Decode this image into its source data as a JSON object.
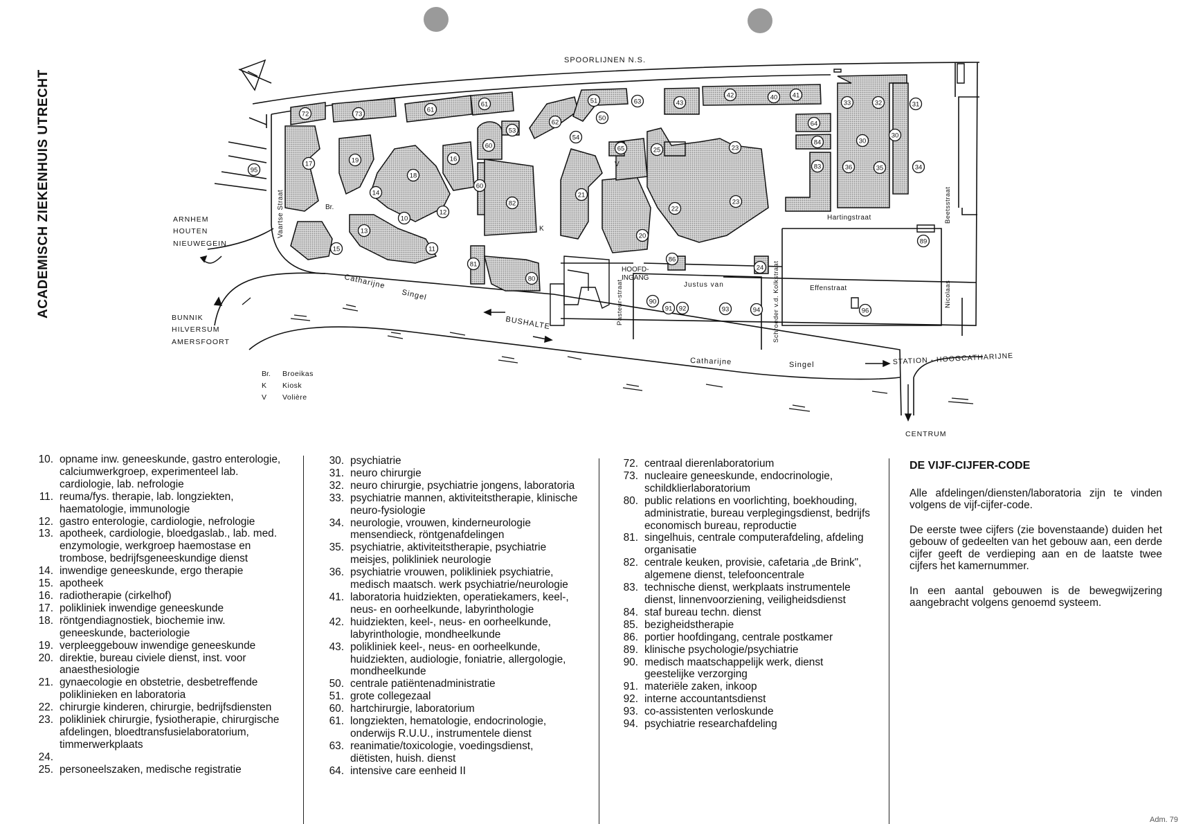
{
  "side_title": "ACADEMISCH ZIEKENHUIS UTRECHT",
  "map": {
    "railway": "SPOORLIJNEN N.S.",
    "directions": {
      "northwest": [
        "ARNHEM",
        "HOUTEN",
        "NIEUWEGEIN"
      ],
      "southwest": [
        "BUNNIK",
        "HILVERSUM",
        "AMERSFOORT"
      ],
      "east": "STATION - HOOGCATHARIJNE",
      "south": "CENTRUM"
    },
    "streets": {
      "vaartse": "Vaartse Straat",
      "catharijne_1": "Catharijne",
      "singel_1": "Singel",
      "catharijne_2": "Catharijne",
      "singel_2": "Singel",
      "hartingstraat": "Hartingstraat",
      "effenstraat": "Effenstraat",
      "justus": "Justus van",
      "pasteur": "Pasteur-straat",
      "kolkstraat": "Schroeder v.d. Kolkstraat",
      "beetsstraat": "Beetsstraat",
      "nicolaas": "Nicolaas"
    },
    "hoofdingang": [
      "HOOFD-",
      "INGANG"
    ],
    "bushalte": "BUSHALTE",
    "markers": {
      "br": "Br.",
      "k": "K",
      "v": "V"
    },
    "key": [
      {
        "abbr": "Br.",
        "name": "Broeikas"
      },
      {
        "abbr": "K",
        "name": "Kiosk"
      },
      {
        "abbr": "V",
        "name": "Volière"
      }
    ],
    "building_numbers": [
      "72",
      "73",
      "61",
      "61",
      "62",
      "54",
      "51",
      "50",
      "63",
      "53",
      "43",
      "42",
      "40",
      "41",
      "33",
      "32",
      "31",
      "64",
      "84",
      "83",
      "30",
      "30",
      "36",
      "35",
      "34",
      "95",
      "17",
      "19",
      "16",
      "60",
      "60",
      "18",
      "14",
      "10",
      "12",
      "82",
      "65",
      "25",
      "21",
      "23",
      "22",
      "23",
      "13",
      "15",
      "11",
      "81",
      "80",
      "20",
      "86",
      "24",
      "90",
      "91",
      "92",
      "93",
      "94",
      "89",
      "96"
    ]
  },
  "legend": {
    "col1": [
      {
        "num": "10.",
        "text": "opname inw. geneeskunde, gastro enterologie, calciumwerkgroep, experimenteel lab. cardiologie, lab. nefrologie"
      },
      {
        "num": "11.",
        "text": "reuma/fys. therapie, lab. longziekten, haematologie, immunologie"
      },
      {
        "num": "12.",
        "text": "gastro enterologie, cardiologie, nefrologie"
      },
      {
        "num": "13.",
        "text": "apotheek, cardiologie, bloedgaslab., lab. med. enzymologie, werkgroep haemostase en trombose, bedrijfsgeneeskundige dienst"
      },
      {
        "num": "14.",
        "text": "inwendige geneeskunde, ergo therapie"
      },
      {
        "num": "15.",
        "text": "apotheek"
      },
      {
        "num": "16.",
        "text": "radiotherapie (cirkelhof)"
      },
      {
        "num": "17.",
        "text": "polikliniek inwendige geneeskunde"
      },
      {
        "num": "18.",
        "text": "röntgendiagnostiek, biochemie inw. geneeskunde, bacteriologie"
      },
      {
        "num": "19.",
        "text": "verpleeggebouw inwendige geneeskunde"
      },
      {
        "num": "20.",
        "text": "direktie, bureau civiele dienst, inst. voor anaesthesiologie"
      },
      {
        "num": "21.",
        "text": "gynaecologie en obstetrie, desbetreffende poliklinieken en laboratoria"
      },
      {
        "num": "22.",
        "text": "chirurgie kinderen, chirurgie, bedrijfsdiensten"
      },
      {
        "num": "23.",
        "text": "polikliniek chirurgie, fysiotherapie, chirurgische afdelingen, bloedtransfusielaboratorium, timmerwerkplaats"
      },
      {
        "num": "24.",
        "text": ""
      },
      {
        "num": "25.",
        "text": "personeelszaken, medische registratie"
      }
    ],
    "col2": [
      {
        "num": "30.",
        "text": "psychiatrie"
      },
      {
        "num": "31.",
        "text": "neuro chirurgie"
      },
      {
        "num": "32.",
        "text": "neuro chirurgie, psychiatrie jongens, laboratoria"
      },
      {
        "num": "33.",
        "text": "psychiatrie mannen, aktiviteitstherapie, klinische neuro-fysiologie"
      },
      {
        "num": "34.",
        "text": "neurologie, vrouwen, kinderneurologie mensendieck, röntgenafdelingen"
      },
      {
        "num": "35.",
        "text": "psychiatrie, aktiviteitstherapie, psychiatrie meisjes, polikliniek neurologie"
      },
      {
        "num": "36.",
        "text": "psychiatrie vrouwen, polikliniek psychiatrie, medisch maatsch. werk psychiatrie/neurologie"
      },
      {
        "num": "41.",
        "text": "laboratoria huidziekten, operatiekamers, keel-, neus- en oorheelkunde, labyrinthologie"
      },
      {
        "num": "42.",
        "text": "huidziekten, keel-, neus- en oorheelkunde, labyrinthologie, mondheelkunde"
      },
      {
        "num": "43.",
        "text": "polikliniek keel-, neus- en oorheelkunde, huidziekten, audiologie, foniatrie, allergologie, mondheelkunde"
      },
      {
        "num": "50.",
        "text": "centrale patiëntenadministratie"
      },
      {
        "num": "51.",
        "text": "grote collegezaal"
      },
      {
        "num": "60.",
        "text": "hartchirurgie, laboratorium"
      },
      {
        "num": "61.",
        "text": "longziekten, hematologie, endocrinologie, onderwijs R.U.U., instrumentele dienst"
      },
      {
        "num": "63.",
        "text": "reanimatie/toxicologie, voedingsdienst, diëtisten, huish. dienst"
      },
      {
        "num": "64.",
        "text": "intensive care eenheid II"
      }
    ],
    "col3": [
      {
        "num": "72.",
        "text": "centraal dierenlaboratorium"
      },
      {
        "num": "73.",
        "text": "nucleaire geneeskunde, endocrinologie, schildklierlaboratorium"
      },
      {
        "num": "80.",
        "text": "public relations en voorlichting, boekhouding, administratie, bureau verplegingsdienst, bedrijfs economisch bureau, reproductie"
      },
      {
        "num": "81.",
        "text": "singelhuis, centrale computerafdeling, afdeling organisatie"
      },
      {
        "num": "82.",
        "text": "centrale keuken, provisie, cafetaria „de Brink\", algemene dienst, telefooncentrale"
      },
      {
        "num": "83.",
        "text": "technische dienst, werkplaats instrumentele dienst, linnenvoorziening, veiligheidsdienst"
      },
      {
        "num": "84.",
        "text": "staf bureau techn. dienst"
      },
      {
        "num": "85.",
        "text": "bezigheidstherapie"
      },
      {
        "num": "86.",
        "text": "portier hoofdingang, centrale postkamer"
      },
      {
        "num": "89.",
        "text": "klinische psychologie/psychiatrie"
      },
      {
        "num": "90.",
        "text": "medisch maatschappelijk werk, dienst geestelijke verzorging"
      },
      {
        "num": "91.",
        "text": "materiële zaken, inkoop"
      },
      {
        "num": "92.",
        "text": "interne accountantsdienst"
      },
      {
        "num": "93.",
        "text": "co-assistenten verloskunde"
      },
      {
        "num": "94.",
        "text": "psychiatrie researchafdeling"
      }
    ]
  },
  "code_box": {
    "title": "DE VIJF-CIJFER-CODE",
    "paragraphs": [
      "Alle afdelingen/diensten/laboratoria zijn te vinden volgens de vijf-cijfer-code.",
      "De eerste twee cijfers (zie bovenstaande) duiden het gebouw of gedeelten van het gebouw aan, een derde cijfer geeft de verdieping aan en de laatste twee cijfers het kamernummer.",
      "In een aantal gebouwen is de bewegwijzering aangebracht volgens genoemd systeem."
    ]
  },
  "page_number": "Adm. 79",
  "colors": {
    "building_fill": "#c8c8c8",
    "punch": "#9a9a9a",
    "ink": "#111111"
  }
}
